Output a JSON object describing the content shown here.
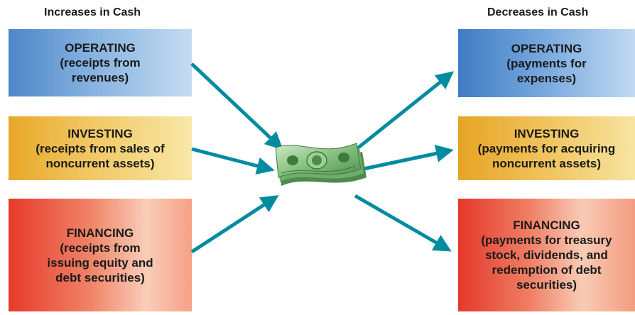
{
  "headings": {
    "increases": "Increases in Cash",
    "decreases": "Decreases in Cash"
  },
  "increases": [
    {
      "key": "operating",
      "lines": [
        "OPERATING",
        "(receipts from",
        "revenues)"
      ]
    },
    {
      "key": "investing",
      "lines": [
        "INVESTING",
        "(receipts from sales of",
        "noncurrent assets)"
      ]
    },
    {
      "key": "financing",
      "lines": [
        "FINANCING",
        "(receipts from",
        "issuing equity and",
        "debt securities)"
      ]
    }
  ],
  "decreases": [
    {
      "key": "operating",
      "lines": [
        "OPERATING",
        "(payments for",
        "expenses)"
      ]
    },
    {
      "key": "investing",
      "lines": [
        "INVESTING",
        "(payments for acquiring",
        "noncurrent assets)"
      ]
    },
    {
      "key": "financing",
      "lines": [
        "FINANCING",
        "(payments for treasury",
        "stock, dividends, and",
        "redemption of debt",
        "securities)"
      ]
    }
  ],
  "colors": {
    "arrow": "#008ca0",
    "cash_green": "#7fbf7a",
    "operating": "#5b92d0",
    "investing": "#f0be50",
    "financing": "#e8483a"
  },
  "center_icon": "money-stack-icon"
}
